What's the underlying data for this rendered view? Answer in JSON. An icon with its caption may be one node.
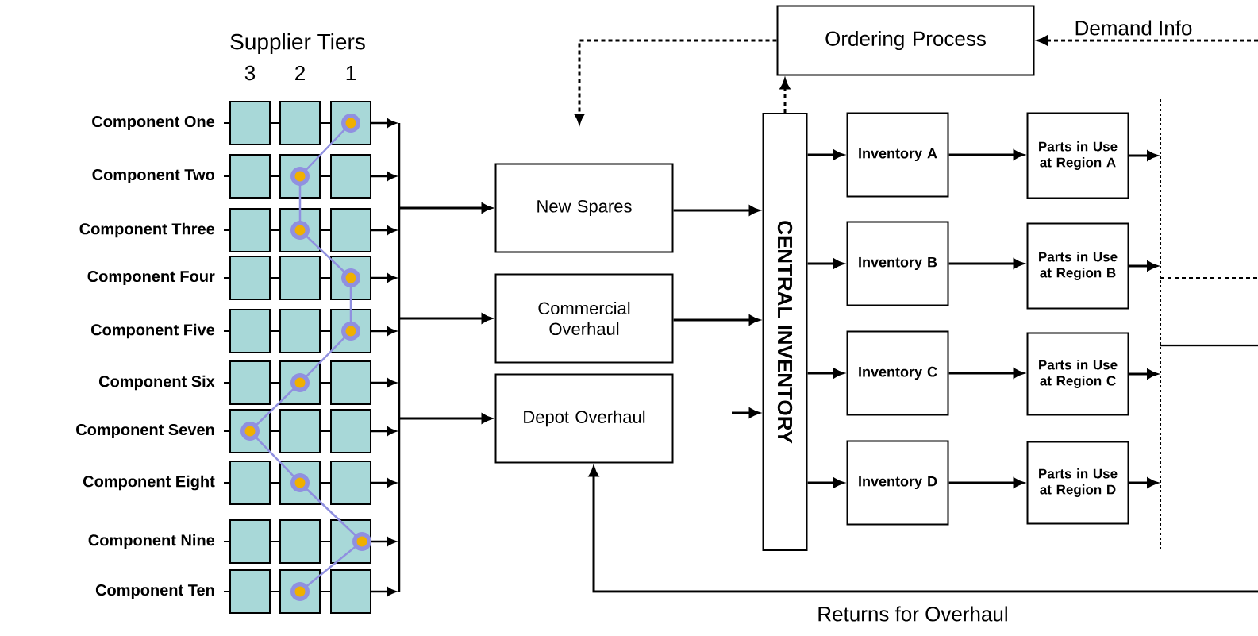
{
  "diagram": {
    "nodes": [
      {
        "text": [
          "Ordering Process"
        ]
      },
      {
        "text": [
          "New Spares"
        ]
      },
      {
        "text": [
          "Commercial Overhaul"
        ]
      },
      {
        "text": [
          "Depot Overhaul"
        ]
      },
      {
        "text": [
          "CENTRAL INVENTORY"
        ]
      },
      {
        "text": [
          "Inventory A"
        ]
      },
      {
        "text": [
          "Inventory B"
        ]
      },
      {
        "text": [
          "Inventory C"
        ]
      },
      {
        "text": [
          "Inventory D"
        ]
      },
      {
        "text": [
          "Parts in Use at Region A"
        ]
      },
      {
        "text": [
          "Parts in Use at Region B"
        ]
      },
      {
        "text": [
          "Parts in Use at Region C"
        ]
      },
      {
        "text": [
          "Parts in Use at Region D"
        ]
      }
    ],
    "edges": [
      {
        "from": null,
        "to": 1,
        "arrow": "to"
      },
      {
        "from": null,
        "to": 2,
        "arrow": "to"
      },
      {
        "from": null,
        "to": 3,
        "arrow": "to"
      },
      {
        "from": 0,
        "to": null,
        "arrow": "to",
        "style": "dashed"
      },
      {
        "from": 4,
        "to": 0,
        "arrow": "to",
        "style": "dashed"
      },
      {
        "from": null,
        "to": 0,
        "arrow": "to",
        "style": "dashed",
        "label": "Demand Info"
      },
      {
        "from": 1,
        "to": 4,
        "arrow": "to"
      },
      {
        "from": 2,
        "to": 4,
        "arrow": "to"
      },
      {
        "from": null,
        "to": 4,
        "arrow": "to"
      },
      {
        "from": 4,
        "to": 5,
        "arrow": "to"
      },
      {
        "from": 4,
        "to": 6,
        "arrow": "to"
      },
      {
        "from": 4,
        "to": 7,
        "arrow": "to"
      },
      {
        "from": 4,
        "to": 8,
        "arrow": "to"
      },
      {
        "from": 5,
        "to": 9,
        "arrow": "to"
      },
      {
        "from": 6,
        "to": 10,
        "arrow": "to"
      },
      {
        "from": 7,
        "to": 11,
        "arrow": "to"
      },
      {
        "from": 8,
        "to": 12,
        "arrow": "to"
      },
      {
        "from": 9,
        "to": null,
        "arrow": "to"
      },
      {
        "from": 10,
        "to": null,
        "arrow": "to"
      },
      {
        "from": 11,
        "to": null,
        "arrow": "to"
      },
      {
        "from": 12,
        "to": null,
        "arrow": "to"
      },
      {
        "from": null,
        "to": 3,
        "arrow": "to",
        "label": "Returns for Overhaul"
      }
    ],
    "labels": [
      "Supplier Tiers",
      "3",
      "2",
      "1",
      "Component One",
      "Component Two",
      "Component Three",
      "Component Four",
      "Component Five",
      "Component Six",
      "Component Seven",
      "Component Eight",
      "Component Nine",
      "Component Ten"
    ]
  }
}
